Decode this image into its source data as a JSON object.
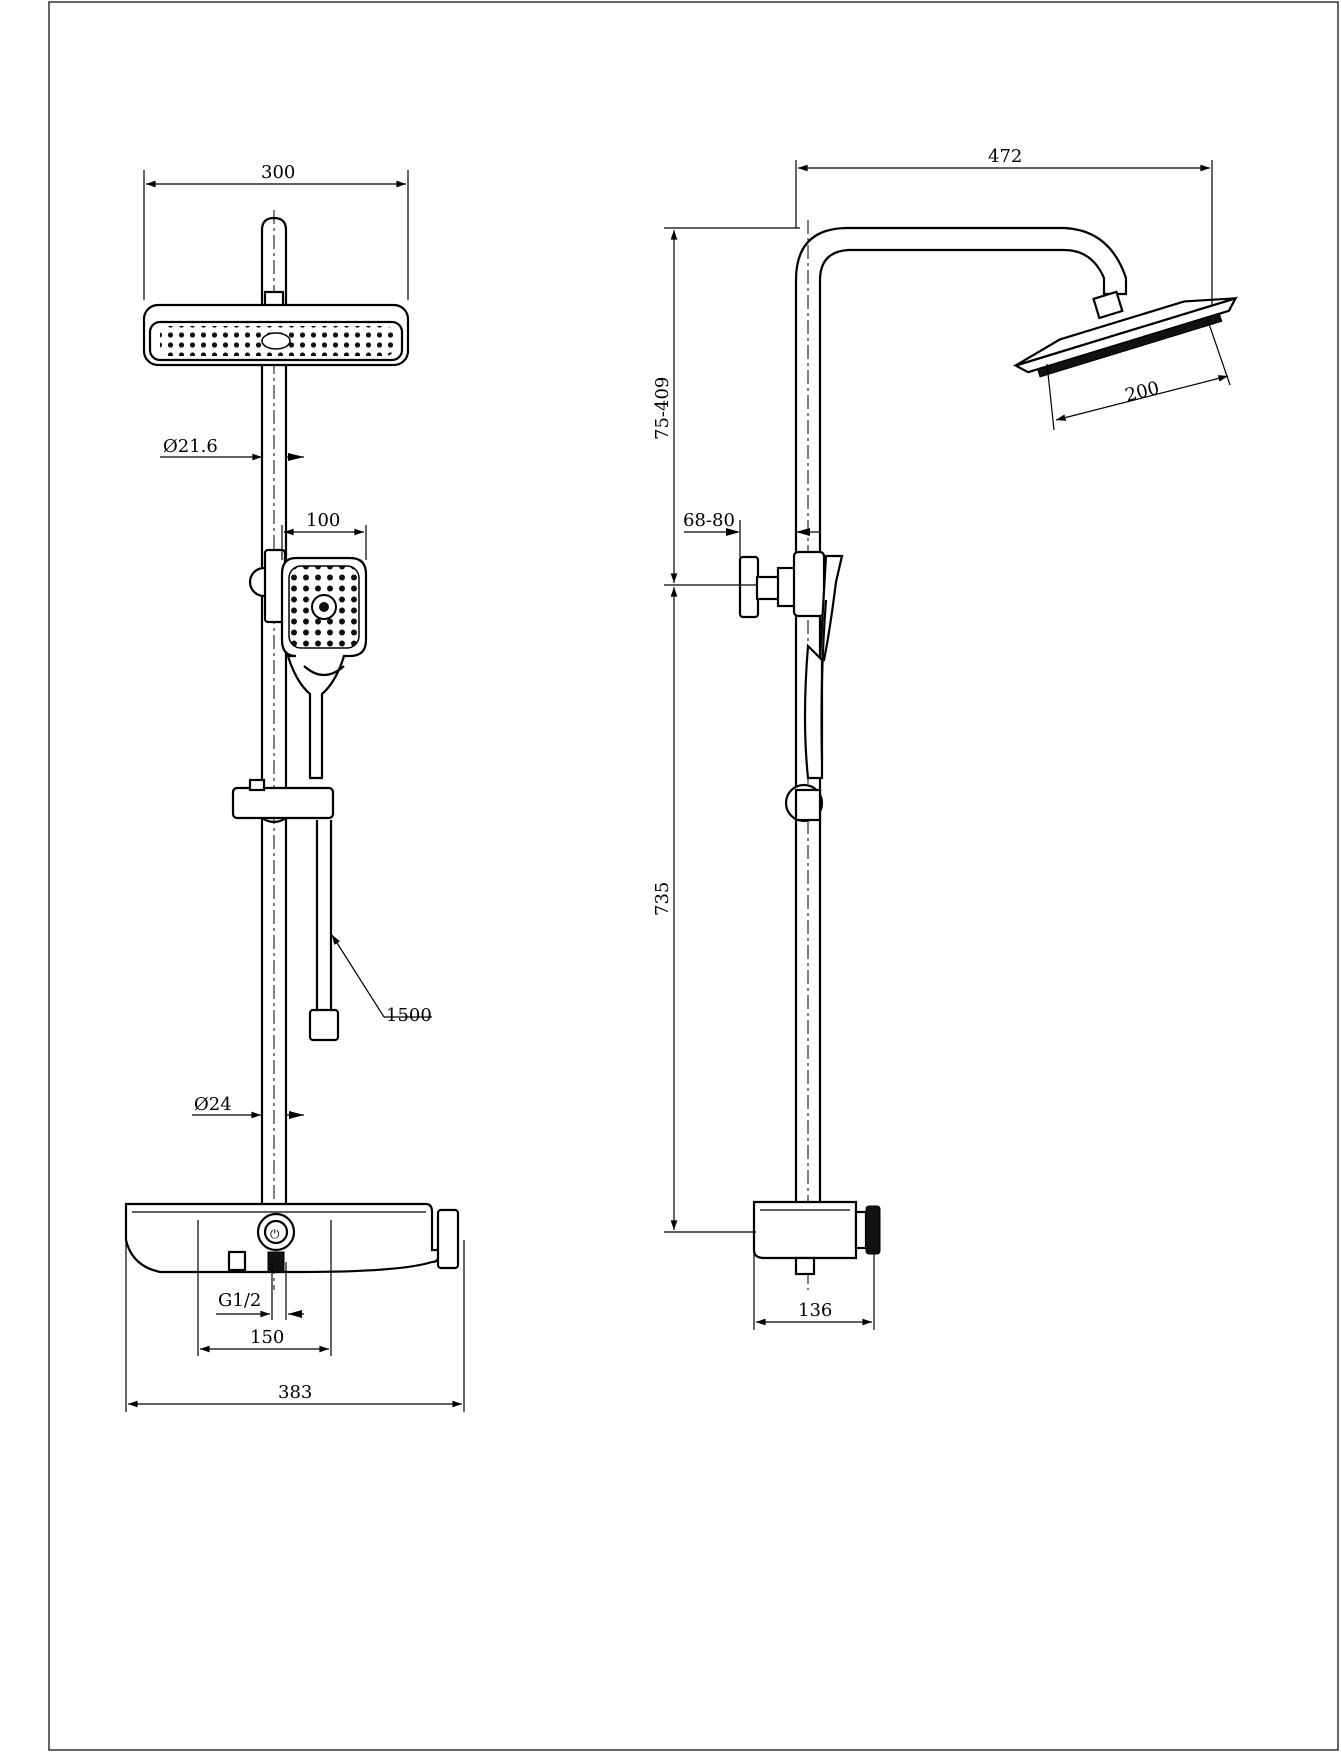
{
  "drawing": {
    "front_view": {
      "overhead_width": "300",
      "pipe_diameter_upper": "Ø21.6",
      "hand_shower_width": "100",
      "hose_length": "1500",
      "pipe_diameter_lower": "Ø24",
      "inlet_thread": "G1/2",
      "inlet_spacing": "150",
      "mixer_width": "383"
    },
    "side_view": {
      "arm_reach": "472",
      "overhead_diameter": "200",
      "height_adjust": "75-409",
      "wall_offset": "68-80",
      "riser_height": "735",
      "mixer_depth": "136"
    }
  }
}
